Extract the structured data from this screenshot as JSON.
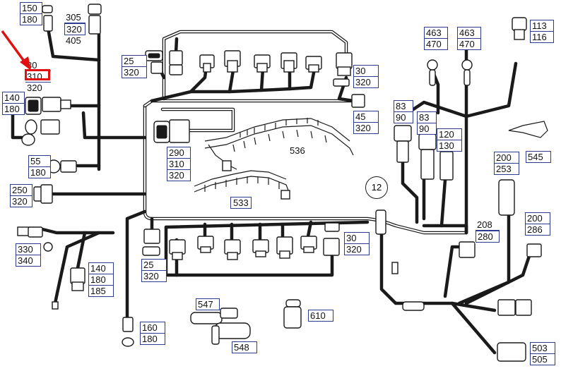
{
  "diagram": {
    "accent_colors": {
      "highlight": "#e01010",
      "callout_border": "#2c3d8f",
      "wire": "#1a1a1a"
    },
    "highlighted_callout": "30-310-320",
    "callouts": [
      {
        "id": "c150",
        "values": [
          "150",
          "180"
        ]
      },
      {
        "id": "c305",
        "values": [
          "305",
          "320",
          "405"
        ]
      },
      {
        "id": "c30a",
        "values": [
          "30",
          "310",
          "320"
        ]
      },
      {
        "id": "c140a",
        "values": [
          "140",
          "180"
        ]
      },
      {
        "id": "c55",
        "values": [
          "55",
          "180"
        ]
      },
      {
        "id": "c250",
        "values": [
          "250",
          "320"
        ]
      },
      {
        "id": "c330",
        "values": [
          "330",
          "340"
        ]
      },
      {
        "id": "c140b",
        "values": [
          "140",
          "180",
          "185"
        ]
      },
      {
        "id": "c160",
        "values": [
          "160",
          "180"
        ]
      },
      {
        "id": "c25a",
        "values": [
          "25",
          "320"
        ]
      },
      {
        "id": "c290",
        "values": [
          "290",
          "310",
          "320"
        ]
      },
      {
        "id": "c25b",
        "values": [
          "25",
          "320"
        ]
      },
      {
        "id": "c30b",
        "values": [
          "30",
          "320"
        ]
      },
      {
        "id": "c45",
        "values": [
          "45",
          "320"
        ]
      },
      {
        "id": "c30c",
        "values": [
          "30",
          "320"
        ]
      },
      {
        "id": "c547",
        "values": [
          "547"
        ]
      },
      {
        "id": "c548",
        "values": [
          "548"
        ]
      },
      {
        "id": "c610",
        "values": [
          "610"
        ]
      },
      {
        "id": "c463a",
        "values": [
          "463",
          "470"
        ]
      },
      {
        "id": "c463b",
        "values": [
          "463",
          "470"
        ]
      },
      {
        "id": "c113",
        "values": [
          "113",
          "116"
        ]
      },
      {
        "id": "c83a",
        "values": [
          "83",
          "90"
        ]
      },
      {
        "id": "c83b",
        "values": [
          "83",
          "90"
        ]
      },
      {
        "id": "c120",
        "values": [
          "120",
          "130"
        ]
      },
      {
        "id": "c545",
        "values": [
          "545"
        ]
      },
      {
        "id": "c200a",
        "values": [
          "200",
          "253"
        ]
      },
      {
        "id": "c208",
        "values": [
          "208",
          "280"
        ]
      },
      {
        "id": "c200b",
        "values": [
          "200",
          "286"
        ]
      },
      {
        "id": "c503",
        "values": [
          "503",
          "505"
        ]
      }
    ],
    "plain_labels": {
      "l536": "536",
      "l533": "533"
    },
    "badge": {
      "label": "12"
    },
    "icons": [
      "connector-icon",
      "harness-icon",
      "sensor-icon",
      "plug-icon",
      "clip-icon"
    ]
  }
}
